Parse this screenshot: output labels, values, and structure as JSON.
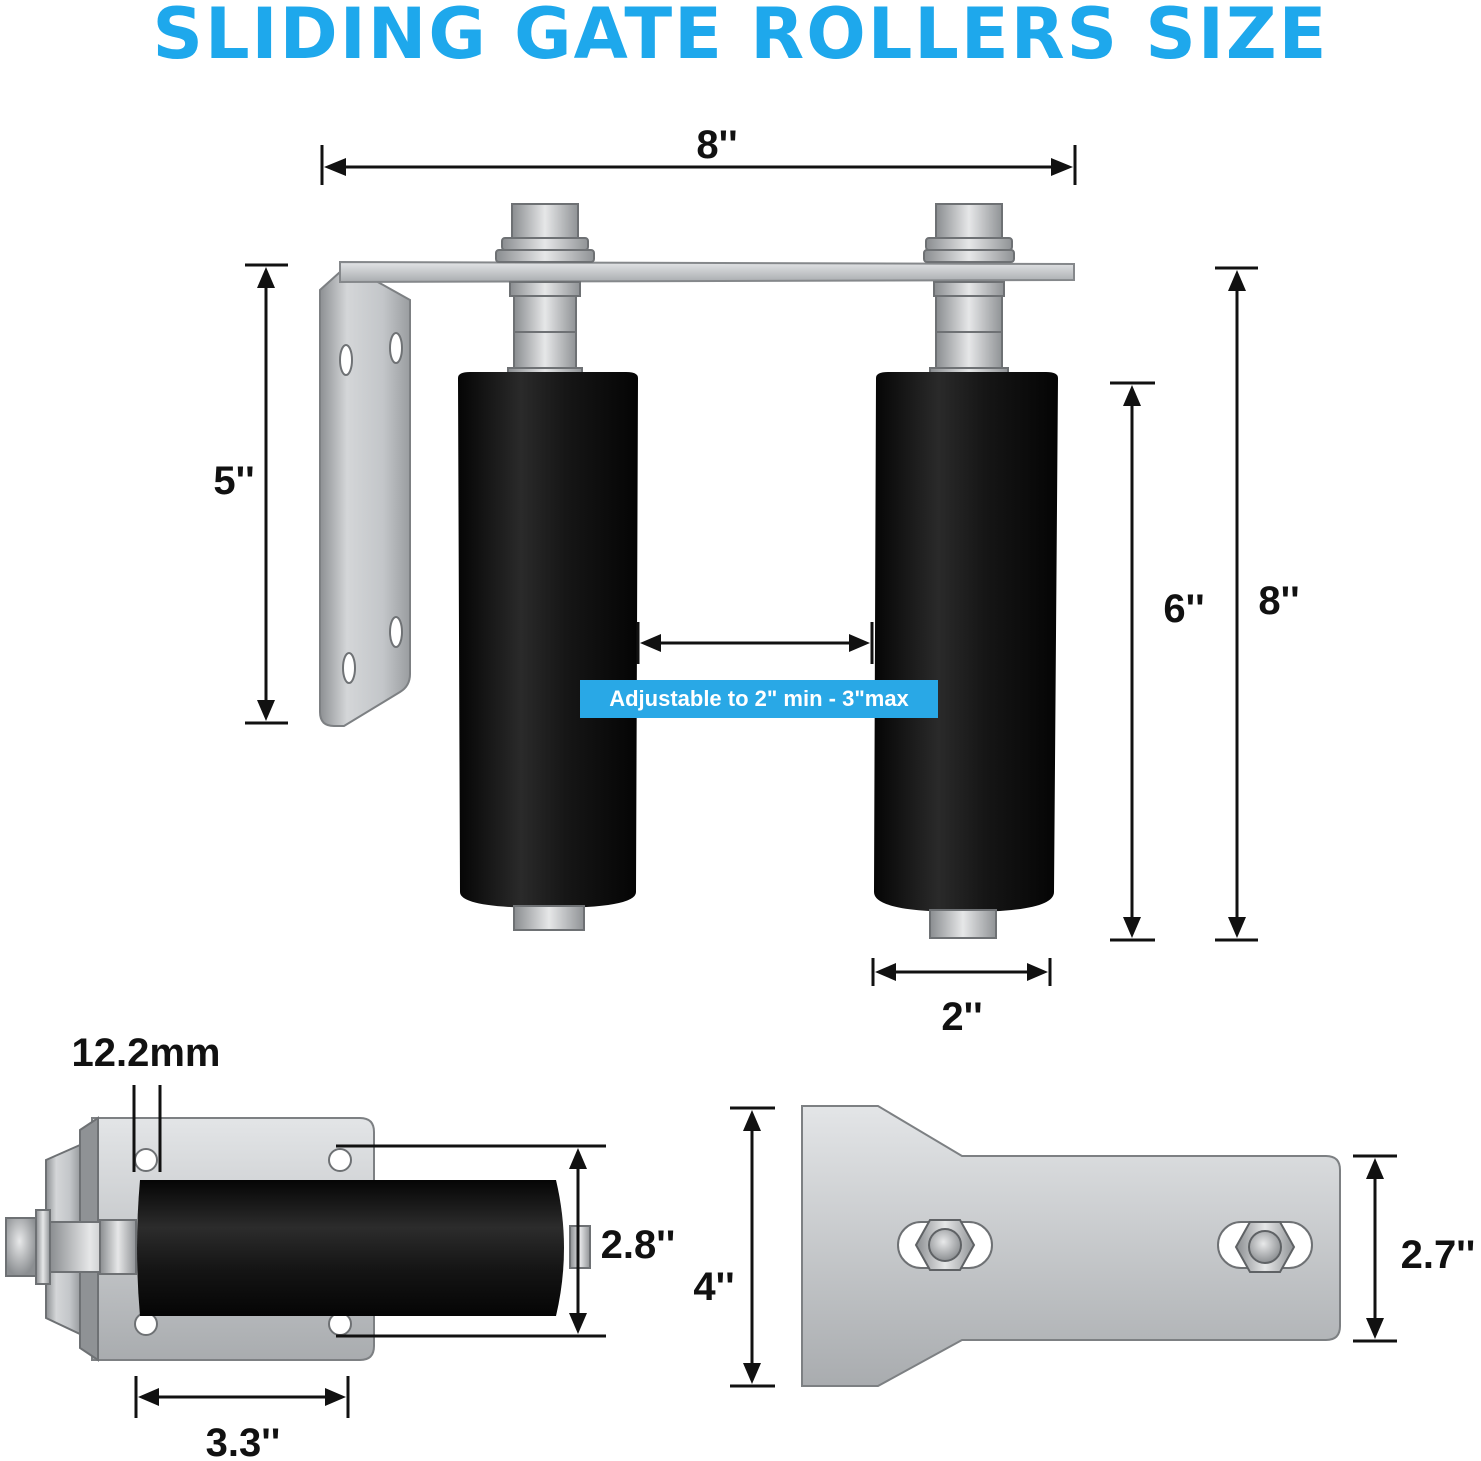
{
  "title": "SLIDING GATE ROLLERS SIZE",
  "callout": "Adjustable to 2\" min - 3\"max",
  "dimensions": {
    "overall_width": "8''",
    "bracket_height": "5''",
    "roller_length": "6''",
    "overall_height": "8''",
    "roller_diameter": "2''",
    "hole_spacing": "12.2mm",
    "side_height": "2.8''",
    "side_width": "3.3''",
    "plate_height": "4''",
    "plate_narrow_height": "2.7''"
  },
  "colors": {
    "title": "#1ea8ec",
    "callout_bg": "#29a8e6",
    "steel": "#b9bcbf",
    "roller": "#141414"
  }
}
